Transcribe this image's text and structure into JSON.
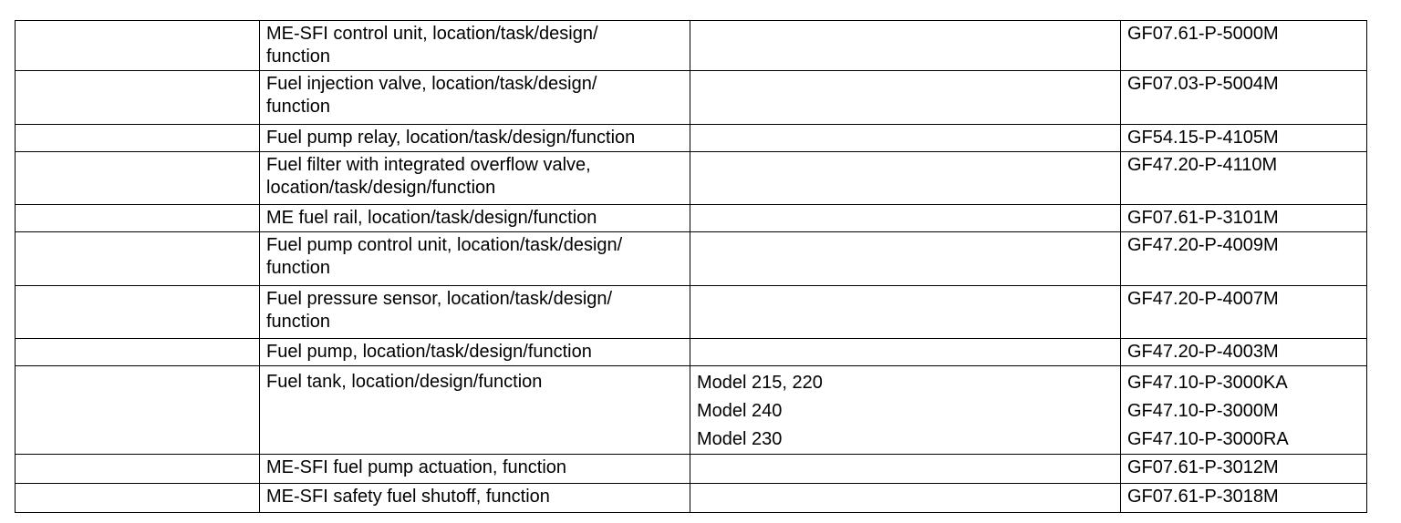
{
  "rows": [
    {
      "title": [
        "ME-SFI control unit, location/task/design/",
        "function"
      ],
      "models": [],
      "docs": [
        "GF07.61-P-5000M"
      ]
    },
    {
      "title": [
        "Fuel injection valve, location/task/design/",
        "function"
      ],
      "models": [],
      "docs": [
        "GF07.03-P-5004M"
      ]
    },
    {
      "title": [
        "Fuel pump relay, location/task/design/function"
      ],
      "models": [],
      "docs": [
        "GF54.15-P-4105M"
      ]
    },
    {
      "title": [
        "Fuel filter with integrated overflow valve,",
        "location/task/design/function"
      ],
      "models": [],
      "docs": [
        "GF47.20-P-4110M"
      ]
    },
    {
      "title": [
        "ME fuel rail, location/task/design/function"
      ],
      "models": [],
      "docs": [
        "GF07.61-P-3101M"
      ]
    },
    {
      "title": [
        "Fuel pump control unit, location/task/design/",
        "function"
      ],
      "models": [],
      "docs": [
        "GF47.20-P-4009M"
      ]
    },
    {
      "title": [
        "Fuel pressure sensor, location/task/design/",
        "function"
      ],
      "models": [],
      "docs": [
        "GF47.20-P-4007M"
      ]
    },
    {
      "title": [
        "Fuel pump, location/task/design/function"
      ],
      "models": [],
      "docs": [
        "GF47.20-P-4003M"
      ]
    },
    {
      "title": [
        "Fuel tank, location/design/function"
      ],
      "models": [
        "Model 215, 220",
        "Model 240",
        "Model 230"
      ],
      "docs": [
        "GF47.10-P-3000KA",
        "GF47.10-P-3000M",
        "GF47.10-P-3000RA"
      ]
    },
    {
      "title": [
        "ME-SFI fuel pump actuation, function"
      ],
      "models": [],
      "docs": [
        "GF07.61-P-3012M"
      ]
    },
    {
      "title": [
        "ME-SFI safety fuel shutoff, function"
      ],
      "models": [],
      "docs": [
        "GF07.61-P-3018M"
      ]
    }
  ]
}
